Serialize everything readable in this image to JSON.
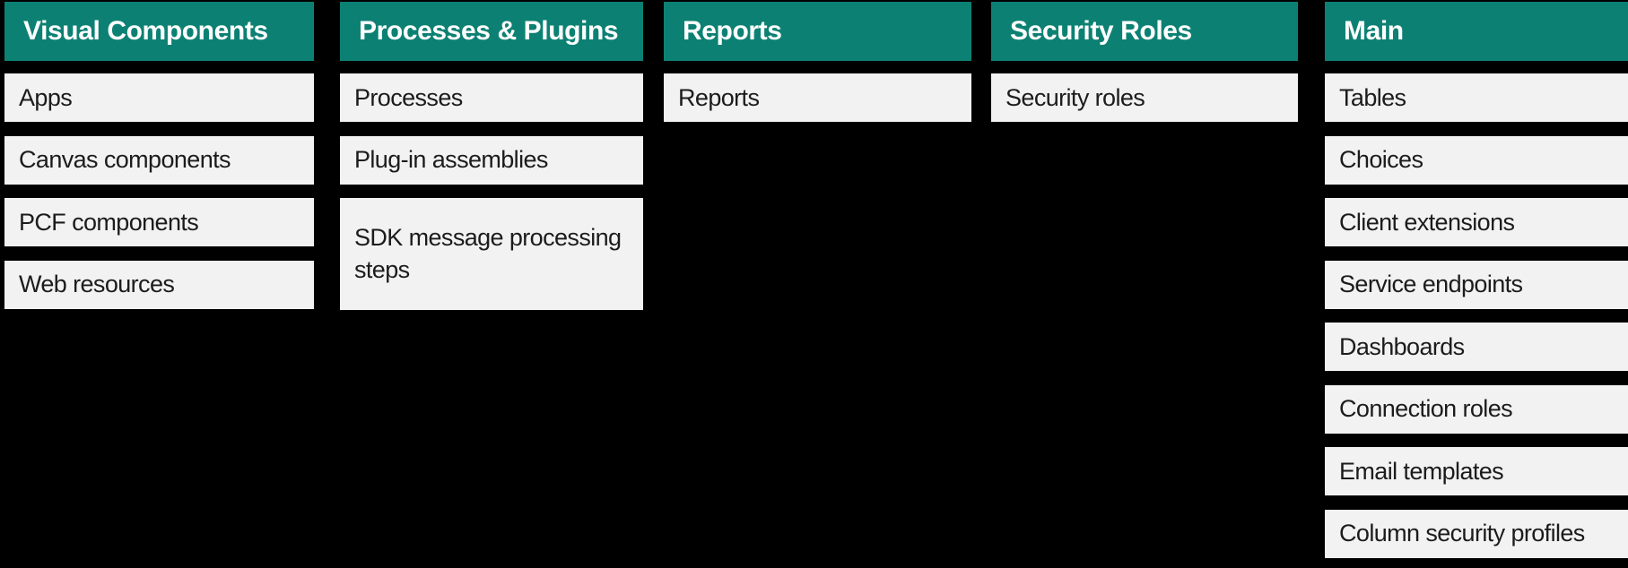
{
  "colors": {
    "page_bg": "#000000",
    "header_bg": "#0C8173",
    "header_text": "#FFFFFF",
    "item_bg": "#F2F2F2",
    "item_text": "#1C1C1C"
  },
  "columns": [
    {
      "title": "Visual Components",
      "items": [
        "Apps",
        "Canvas components",
        "PCF components",
        "Web resources"
      ]
    },
    {
      "title": "Processes & Plugins",
      "items": [
        "Processes",
        "Plug-in assemblies",
        "SDK message processing steps"
      ]
    },
    {
      "title": "Reports",
      "items": [
        "Reports"
      ]
    },
    {
      "title": "Security Roles",
      "items": [
        "Security roles"
      ]
    },
    {
      "title": "Main",
      "items": [
        "Tables",
        "Choices",
        "Client extensions",
        "Service endpoints",
        "Dashboards",
        "Connection roles",
        "Email templates",
        "Column security profiles"
      ]
    }
  ]
}
